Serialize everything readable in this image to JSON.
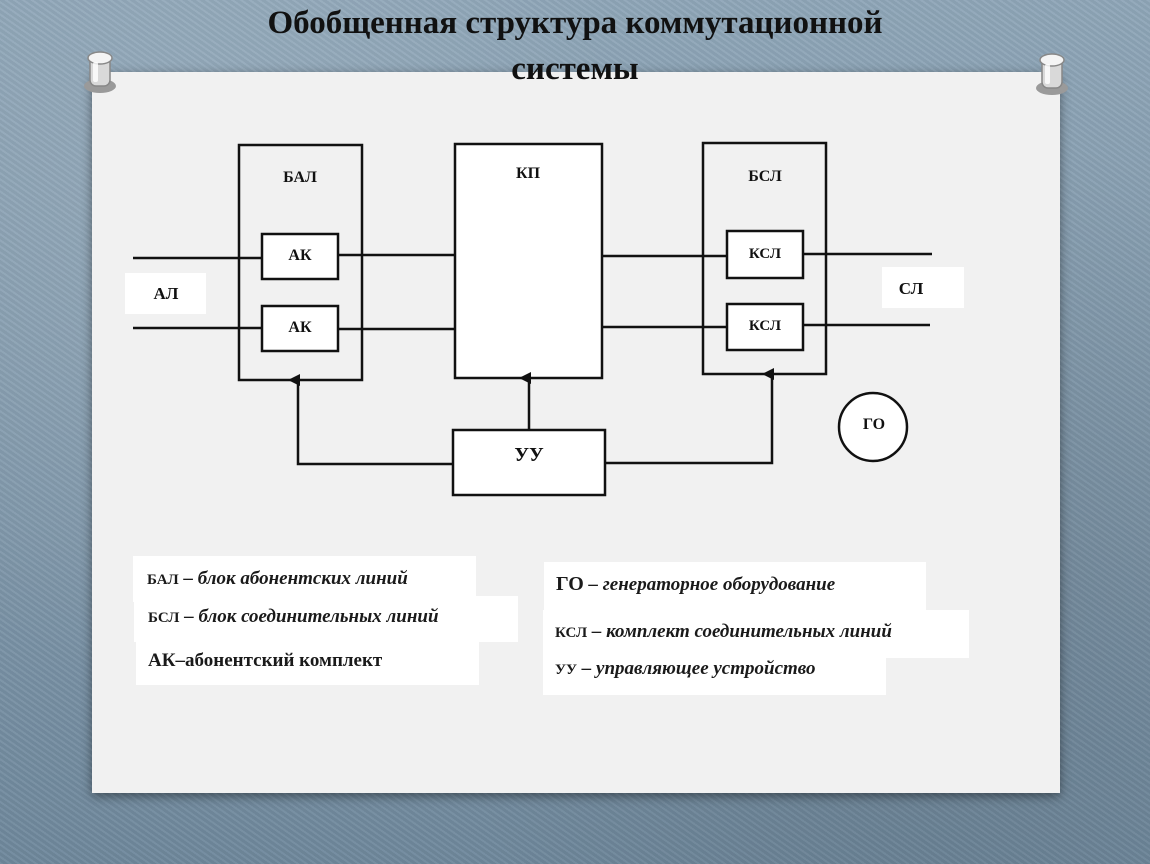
{
  "title": {
    "line1": "Обобщенная структура коммутационной",
    "line2": "системы"
  },
  "diagram": {
    "bal_label": "БАЛ",
    "kp_label": "КП",
    "bsl_label": "БСЛ",
    "ak_top": "АК",
    "ak_bottom": "АК",
    "ksl_top": "КСЛ",
    "ksl_bottom": "КСЛ",
    "al_label": "АЛ",
    "sl_label": "СЛ",
    "uu_label": "УУ",
    "go_label": "ГО"
  },
  "legend": {
    "bal": {
      "abbr": "БАЛ",
      "text": " – блок абонентских линий"
    },
    "bsl": {
      "abbr": "БСЛ",
      "text": " – блок соединительных  линий"
    },
    "ak": {
      "text": "АК–абонентский комплект"
    },
    "go": {
      "abbr": "ГО",
      "text": " – генераторное оборудование"
    },
    "ksl": {
      "abbr": "КСЛ",
      "text": " – комплект соединительных линий"
    },
    "uu": {
      "abbr": "УУ",
      "text": " – управляющее устройство"
    }
  },
  "colors": {
    "background": "#8fa6b8",
    "paper": "#f1f1f1",
    "line": "#111111"
  }
}
